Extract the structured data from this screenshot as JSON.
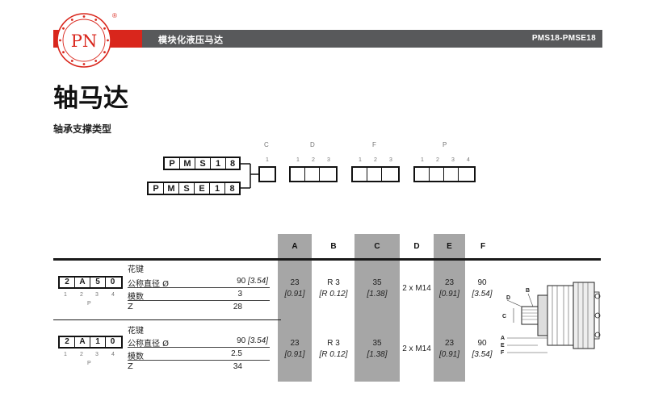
{
  "header": {
    "logo_text": "PN",
    "registered": "®",
    "title": "模块化液压马达",
    "code": "PMS18-PMSE18"
  },
  "page_title": "轴马达",
  "subtitle": "轴承支撑类型",
  "order_code": {
    "model_1": [
      "P",
      "M",
      "S",
      "1",
      "8"
    ],
    "model_2": [
      "P",
      "M",
      "S",
      "E",
      "1",
      "8"
    ],
    "groups": [
      {
        "label": "C",
        "positions": [
          "1"
        ]
      },
      {
        "label": "D",
        "positions": [
          "1",
          "2",
          "3"
        ]
      },
      {
        "label": "F",
        "positions": [
          "1",
          "2",
          "3"
        ]
      },
      {
        "label": "P",
        "positions": [
          "1",
          "2",
          "3",
          "4"
        ]
      }
    ]
  },
  "table": {
    "columns": [
      "A",
      "B",
      "C",
      "D",
      "E",
      "F"
    ],
    "rows": [
      {
        "code": [
          "2",
          "A",
          "5",
          "0"
        ],
        "code_positions": [
          "1",
          "2",
          "3",
          "4"
        ],
        "code_group": "P",
        "spline_label": "花键",
        "params": [
          {
            "label": "公称直径 Ø",
            "value": "90",
            "value_in": "[3.54]"
          },
          {
            "label": "模数",
            "value": "3",
            "value_in": ""
          },
          {
            "label": "Z",
            "value": "28",
            "value_in": ""
          }
        ],
        "A": {
          "mm": "23",
          "in": "[0.91]"
        },
        "B": {
          "mm": "R 3",
          "in": "[R 0.12]"
        },
        "C": {
          "mm": "35",
          "in": "[1.38]"
        },
        "D": {
          "mm": "2 x M14",
          "in": ""
        },
        "E": {
          "mm": "23",
          "in": "[0.91]"
        },
        "F": {
          "mm": "90",
          "in": "[3.54]"
        }
      },
      {
        "code": [
          "2",
          "A",
          "1",
          "0"
        ],
        "code_positions": [
          "1",
          "2",
          "3",
          "4"
        ],
        "code_group": "P",
        "spline_label": "花键",
        "params": [
          {
            "label": "公称直径 Ø",
            "value": "90",
            "value_in": "[3.54]"
          },
          {
            "label": "模数",
            "value": "2.5",
            "value_in": ""
          },
          {
            "label": "Z",
            "value": "34",
            "value_in": ""
          }
        ],
        "A": {
          "mm": "23",
          "in": "[0.91]"
        },
        "B": {
          "mm": "R 3",
          "in": "[R 0.12]"
        },
        "C": {
          "mm": "35",
          "in": "[1.38]"
        },
        "D": {
          "mm": "2 x M14",
          "in": ""
        },
        "E": {
          "mm": "23",
          "in": "[0.91]"
        },
        "F": {
          "mm": "90",
          "in": "[3.54]"
        }
      }
    ]
  },
  "drawing": {
    "labels": [
      "D",
      "B",
      "C",
      "A",
      "E",
      "F"
    ]
  },
  "colors": {
    "brand_red": "#d9261c",
    "header_grey": "#58595b",
    "column_shade": "#a6a6a6"
  }
}
